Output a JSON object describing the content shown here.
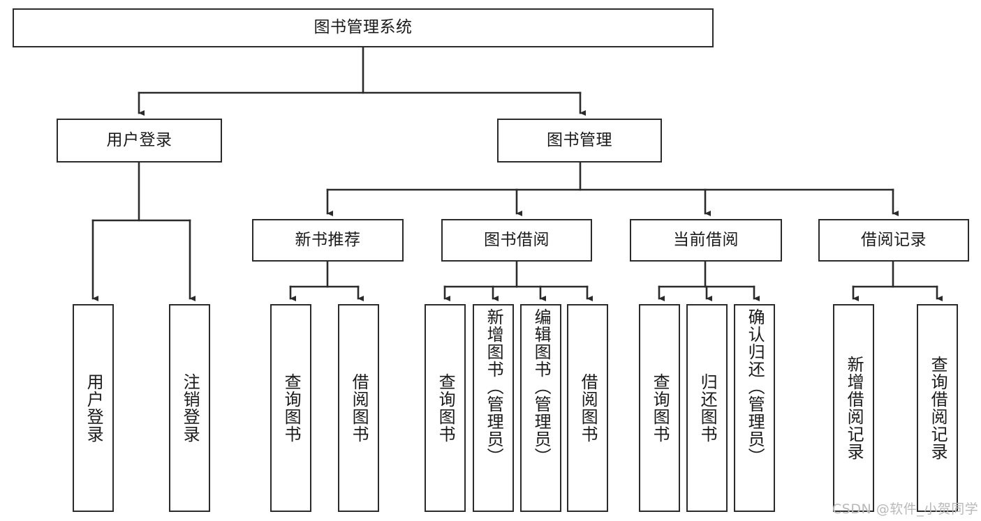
{
  "diagram": {
    "type": "tree-hierarchy-chart",
    "title": "图书管理系统",
    "stroke_color": "#2b2b2b",
    "background_color": "#ffffff",
    "watermark": "CSDN @软件_小贺同学",
    "levels": {
      "root": {
        "label": "图书管理系统"
      },
      "level2": [
        {
          "label": "用户登录"
        },
        {
          "label": "图书管理"
        }
      ],
      "level3": [
        {
          "label": "新书推荐"
        },
        {
          "label": "图书借阅"
        },
        {
          "label": "当前借阅"
        },
        {
          "label": "借阅记录"
        }
      ],
      "leaves": {
        "user_login": [
          {
            "label": "用户登录",
            "align": "center"
          },
          {
            "label": "注销登录",
            "align": "center"
          }
        ],
        "new_book_recommend": [
          {
            "label": "查询图书",
            "align": "center"
          },
          {
            "label": "借阅图书",
            "align": "center"
          }
        ],
        "book_borrow": [
          {
            "label": "查询图书",
            "align": "center"
          },
          {
            "label": "新增图书（管理员）",
            "align": "top"
          },
          {
            "label": "编辑图书（管理员）",
            "align": "top"
          },
          {
            "label": "借阅图书",
            "align": "center"
          }
        ],
        "current_borrow": [
          {
            "label": "查询图书",
            "align": "center"
          },
          {
            "label": "归还图书",
            "align": "center"
          },
          {
            "label": "确认归还（管理员）",
            "align": "top"
          }
        ],
        "borrow_record": [
          {
            "label": "新增借阅记录",
            "align": "center"
          },
          {
            "label": "查询借阅记录",
            "align": "center"
          }
        ]
      }
    }
  }
}
